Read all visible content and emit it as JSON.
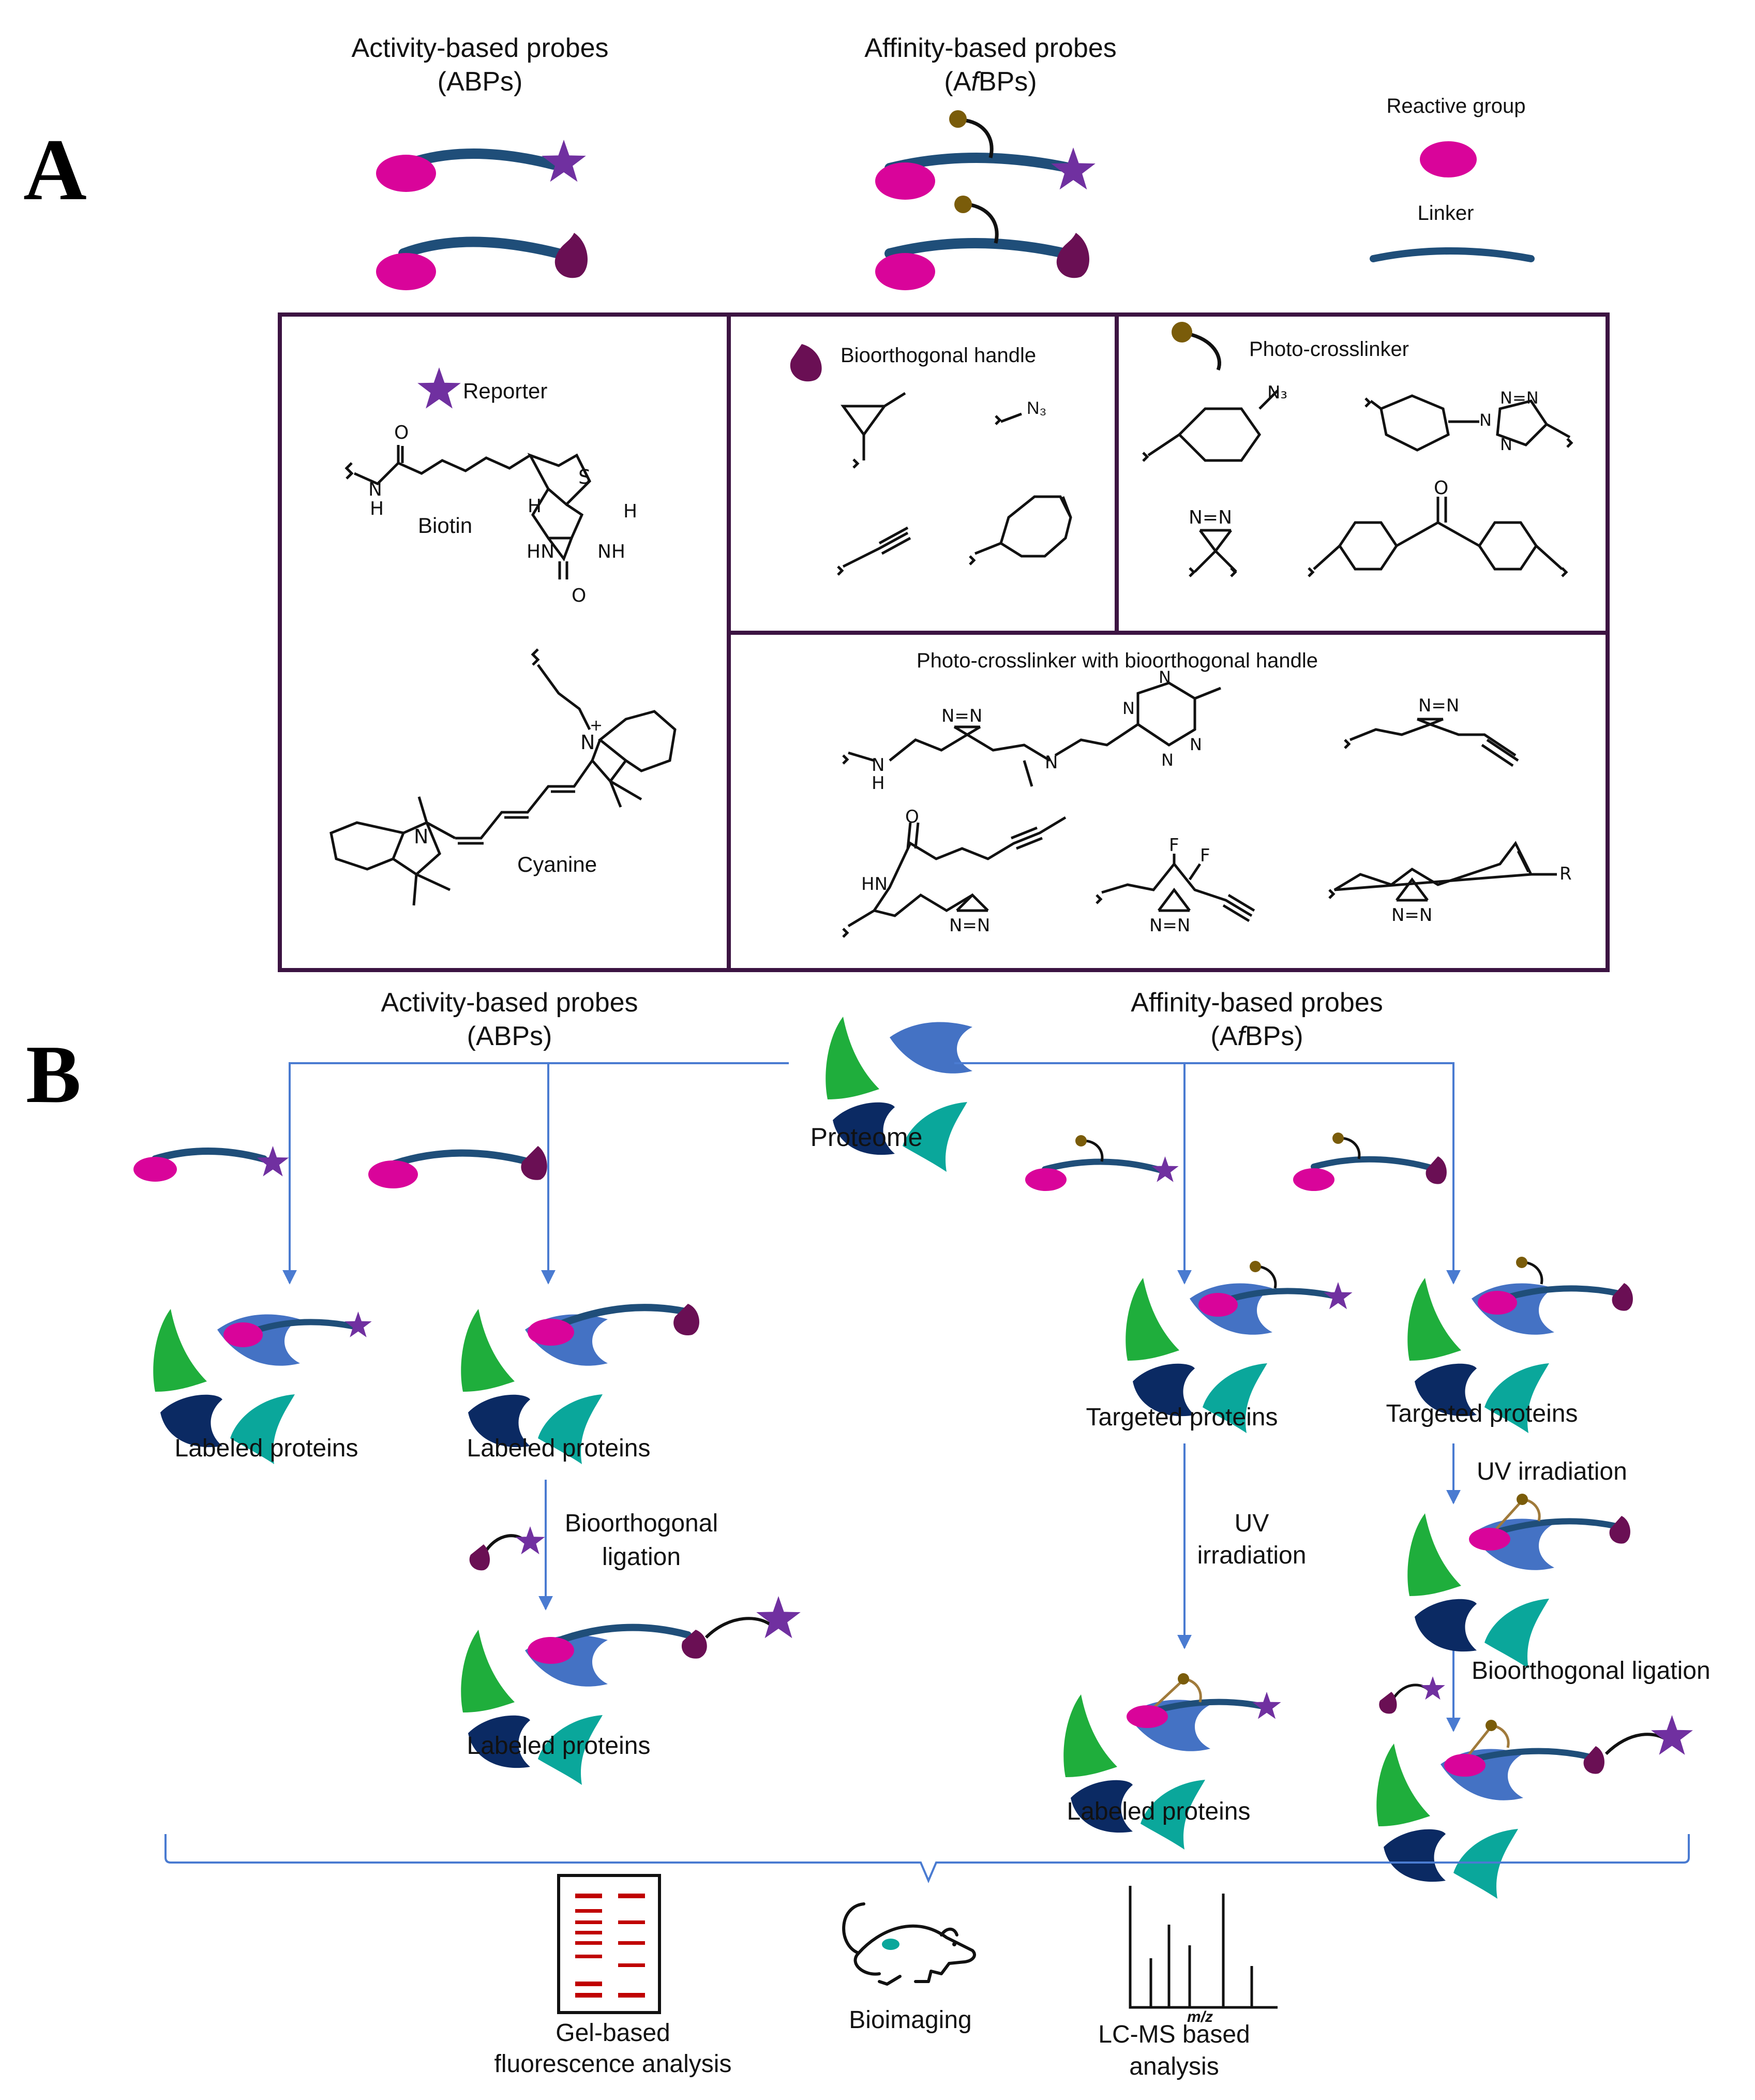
{
  "colors": {
    "reactive_group": "#d9049a",
    "linker": "#1f4e79",
    "reporter": "#7030a0",
    "handle": "#6a0f54",
    "crosslinker_bead": "#7a5c0a",
    "border": "#3c1442",
    "arrow": "#4a7bd1",
    "protein_green": "#1fae3c",
    "protein_blue": "#4472c4",
    "protein_navy": "#0b2a63",
    "protein_teal": "#0aa79b",
    "gel_band": "#c00000"
  },
  "panel_a": {
    "letter": "A",
    "abps_title": [
      "Activity-based  probes",
      "(ABPs)"
    ],
    "afbps_title_a": "Affinity-based  probes",
    "afbps_title_b": [
      "(A",
      "f",
      "BPs)"
    ],
    "legend": {
      "reactive_group": "Reactive  group",
      "linker": "Linker"
    },
    "reporter_box": {
      "title": "Reporter",
      "biotin": "Biotin",
      "cyanine": "Cyanine"
    },
    "bioorthogonal_box": {
      "title": "Bioorthogonal  handle"
    },
    "photo_box": {
      "title": "Photo-crosslinker"
    },
    "combo_box": {
      "title": "Photo-crosslinker  with  bioorthogonal  handle"
    }
  },
  "panel_b": {
    "letter": "B",
    "abps_title": [
      "Activity-based  probes",
      "(ABPs)"
    ],
    "afbps_title_a": "Affinity-based  probes",
    "afbps_title_b": [
      "(A",
      "f",
      "BPs)"
    ],
    "proteome": "Proteome",
    "labeled": "Labeled  proteins",
    "targeted": "Targeted  proteins",
    "bioorthogonal_ligation": [
      "Bioorthogonal",
      "ligation"
    ],
    "uv_irradiation": [
      "UV",
      "irradiation"
    ],
    "uv_irradiation_inline": "UV  irradiation",
    "bioorthogonal_ligation_inline": "Bioorthogonal  ligation",
    "readouts": {
      "gel": [
        "Gel-based",
        "fluorescence  analysis"
      ],
      "imaging": "Bioimaging",
      "lcms": [
        "LC-MS  based",
        "analysis"
      ],
      "mz": "m/z"
    }
  }
}
